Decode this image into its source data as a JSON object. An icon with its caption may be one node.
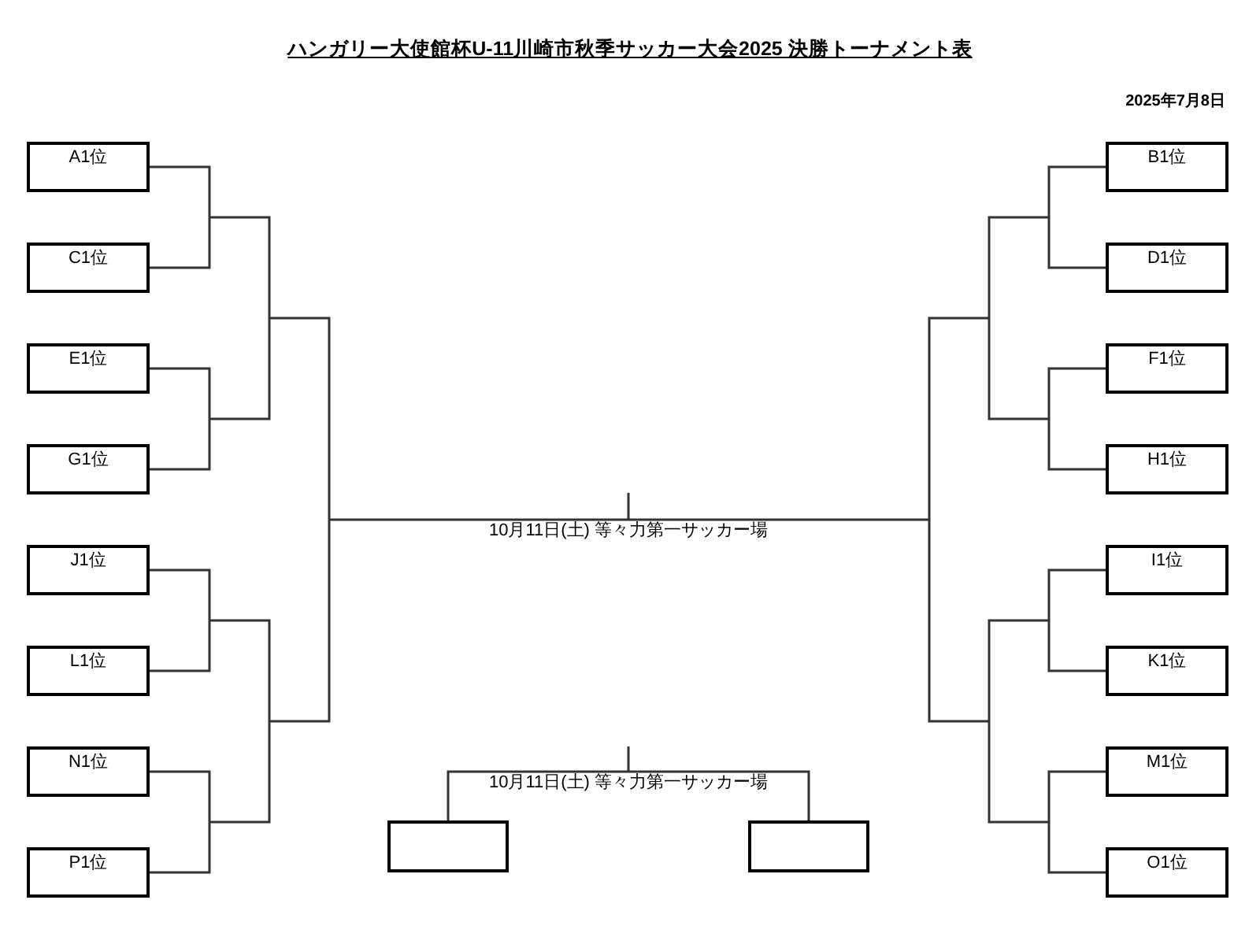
{
  "diagram": {
    "title": "ハンガリー大使館杯U-11川崎市秋季サッカー大会2025 決勝トーナメント表",
    "nodes": [
      {
        "text": [
          "A1位"
        ]
      },
      {
        "text": [
          "C1位"
        ]
      },
      {
        "text": [
          "E1位"
        ]
      },
      {
        "text": [
          "G1位"
        ]
      },
      {
        "text": [
          "J1位"
        ]
      },
      {
        "text": [
          "L1位"
        ]
      },
      {
        "text": [
          "N1位"
        ]
      },
      {
        "text": [
          "P1位"
        ]
      },
      {
        "text": [
          "B1位"
        ]
      },
      {
        "text": [
          "D1位"
        ]
      },
      {
        "text": [
          "F1位"
        ]
      },
      {
        "text": [
          "H1位"
        ]
      },
      {
        "text": [
          "I1位"
        ]
      },
      {
        "text": [
          "K1位"
        ]
      },
      {
        "text": [
          "M1位"
        ]
      },
      {
        "text": [
          "O1位"
        ]
      },
      {
        "text": [],
        "shape": "box"
      },
      {
        "text": [],
        "shape": "box"
      }
    ],
    "edges": [
      {
        "from": 0,
        "to": 1,
        "arrow": "none"
      },
      {
        "from": 2,
        "to": 3,
        "arrow": "none"
      },
      {
        "from": 4,
        "to": 5,
        "arrow": "none"
      },
      {
        "from": 6,
        "to": 7,
        "arrow": "none"
      },
      {
        "from": 8,
        "to": 9,
        "arrow": "none"
      },
      {
        "from": 10,
        "to": 11,
        "arrow": "none"
      },
      {
        "from": 12,
        "to": 13,
        "arrow": "none"
      },
      {
        "from": 14,
        "to": 15,
        "arrow": "none"
      },
      {
        "from": 16,
        "to": 17,
        "arrow": "none",
        "label": "10月11日(土) 等々力第一サッカー場"
      }
    ],
    "labels": [
      "2025年7月8日",
      "10月11日(土) 等々力第一サッカー場"
    ]
  }
}
